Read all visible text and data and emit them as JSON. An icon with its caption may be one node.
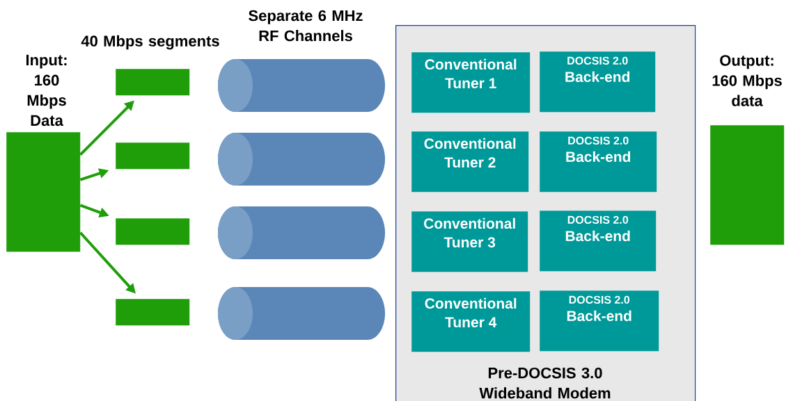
{
  "diagram": {
    "nodes": [
      {
        "text": [
          "Input: 160 Mbps Data"
        ]
      },
      {
        "text": [],
        "shape": "box"
      },
      {
        "text": [],
        "shape": "box"
      },
      {
        "text": [],
        "shape": "box"
      },
      {
        "text": [],
        "shape": "box"
      },
      {
        "text": [],
        "shape": "cylinder"
      },
      {
        "text": [],
        "shape": "cylinder"
      },
      {
        "text": [],
        "shape": "cylinder"
      },
      {
        "text": [],
        "shape": "cylinder"
      },
      {
        "text": [
          "Pre-DOCSIS 3.0 Wideband Modem"
        ]
      },
      {
        "text": [
          "Conventional Tuner 1"
        ],
        "in": 9
      },
      {
        "text": [
          "DOCSIS 2.0",
          "Back-end"
        ],
        "in": 9
      },
      {
        "text": [
          "Conventional Tuner 2"
        ],
        "in": 9
      },
      {
        "text": [
          "DOCSIS 2.0",
          "Back-end"
        ],
        "in": 9
      },
      {
        "text": [
          "Conventional Tuner 3"
        ],
        "in": 9
      },
      {
        "text": [
          "DOCSIS 2.0",
          "Back-end"
        ],
        "in": 9
      },
      {
        "text": [
          "Conventional Tuner 4"
        ],
        "in": 9
      },
      {
        "text": [
          "DOCSIS 2.0",
          "Back-end"
        ],
        "in": 9
      },
      {
        "text": [
          "Output: 160 Mbps data"
        ]
      }
    ],
    "edges": [
      {
        "from": 0,
        "to": 1,
        "arrow": "to"
      },
      {
        "from": 0,
        "to": 2,
        "arrow": "to"
      },
      {
        "from": 0,
        "to": 3,
        "arrow": "to"
      },
      {
        "from": 0,
        "to": 4,
        "arrow": "to"
      }
    ],
    "labels": [
      "Separate 6 MHz RF Channels",
      "40 Mbps segments"
    ]
  }
}
